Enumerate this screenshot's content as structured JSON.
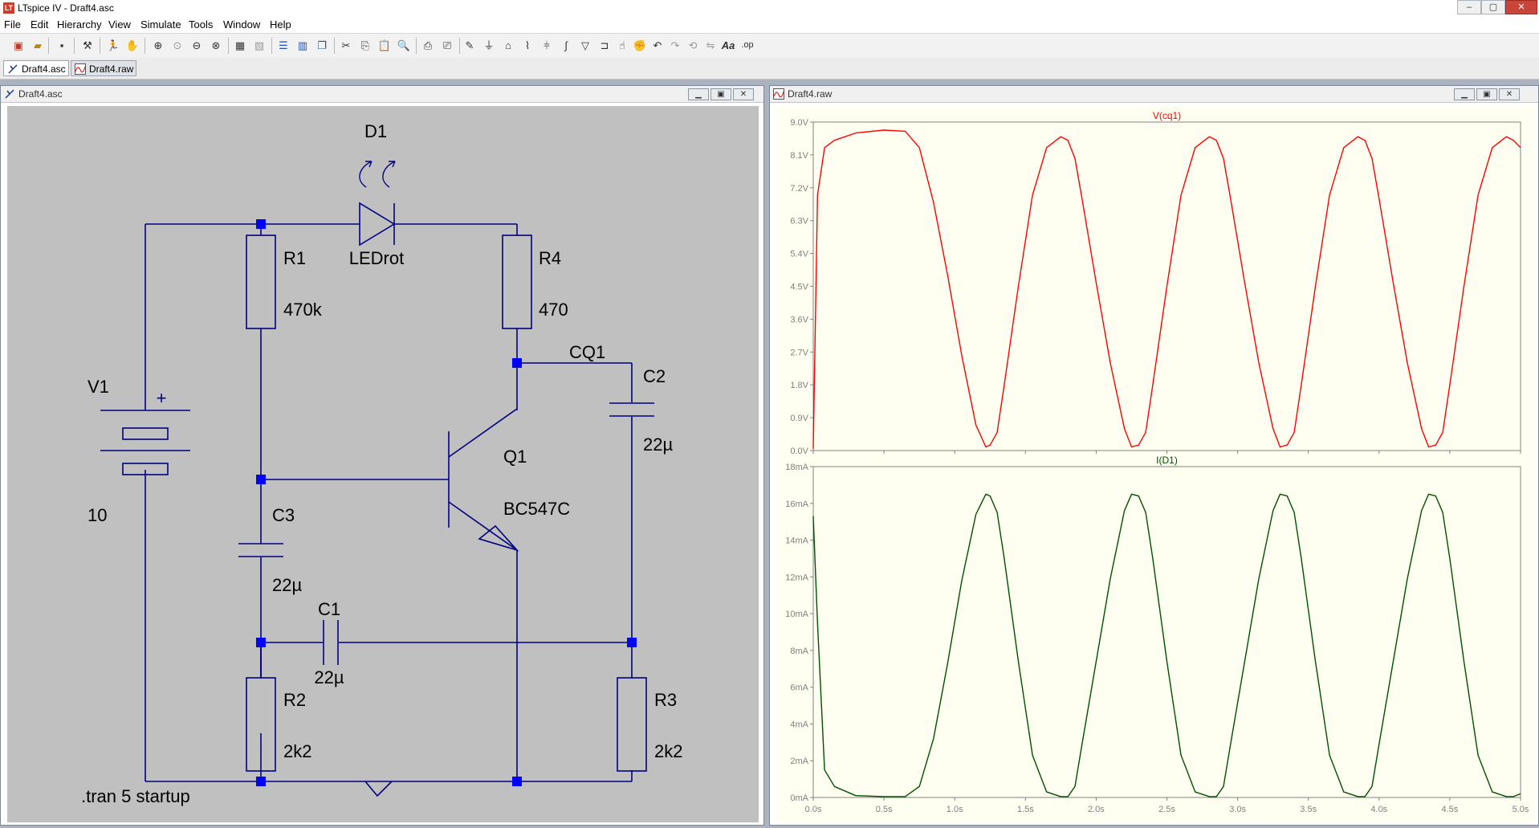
{
  "app": {
    "title": "LTspice IV - Draft4.asc",
    "icon_label": "LT",
    "caption_buttons": {
      "minimize": "–",
      "maximize": "▢",
      "close": "✕"
    }
  },
  "menu": [
    {
      "id": "file",
      "label": "File"
    },
    {
      "id": "edit",
      "label": "Edit"
    },
    {
      "id": "hierarchy",
      "label": "Hierarchy"
    },
    {
      "id": "view",
      "label": "View"
    },
    {
      "id": "simulate",
      "label": "Simulate"
    },
    {
      "id": "tools",
      "label": "Tools"
    },
    {
      "id": "window",
      "label": "Window"
    },
    {
      "id": "help",
      "label": "Help"
    }
  ],
  "toolbar": {
    "text_tool_label": "Aa",
    "op_tool_label": ".op"
  },
  "tabs": [
    {
      "label": "Draft4.asc",
      "active": true,
      "icon": "schematic-icon"
    },
    {
      "label": "Draft4.raw",
      "active": false,
      "icon": "waveform-icon"
    }
  ],
  "schematic_window": {
    "title": "Draft4.asc",
    "background": "#c0c0c0",
    "wire_color": "#000080",
    "junction_color": "#0000ff",
    "labels": {
      "d1_name": "D1",
      "d1_value": "LEDrot",
      "r1_name": "R1",
      "r1_value": "470k",
      "r4_name": "R4",
      "r4_value": "470",
      "net_label": "CQ1",
      "c2_name": "C2",
      "c2_value": "22µ",
      "v1_name": "V1",
      "v1_value": "10",
      "q1_name": "Q1",
      "q1_value": "BC547C",
      "c3_name": "C3",
      "c3_value": "22µ",
      "c1_name": "C1",
      "c1_value": "22µ",
      "r2_name": "R2",
      "r2_value": "2k2",
      "r3_name": "R3",
      "r3_value": "2k2",
      "directive": ".tran 5 startup",
      "plus_sign": "+"
    }
  },
  "plot_window": {
    "title": "Draft4.raw",
    "background": "#fefff0"
  },
  "chart_data": [
    {
      "type": "line",
      "title": "V(cq1)",
      "color": "#ff0000",
      "xlim": [
        0,
        5
      ],
      "ylim": [
        0,
        9
      ],
      "x_ticks": [
        "0.0s",
        "0.5s",
        "1.0s",
        "1.5s",
        "2.0s",
        "2.5s",
        "3.0s",
        "3.5s",
        "4.0s",
        "4.5s",
        "5.0s"
      ],
      "y_ticks": [
        "0.0V",
        "0.9V",
        "1.8V",
        "2.7V",
        "3.6V",
        "4.5V",
        "5.4V",
        "6.3V",
        "7.2V",
        "8.1V",
        "9.0V"
      ],
      "series": [
        {
          "name": "V(cq1)",
          "x": [
            0,
            0.03,
            0.08,
            0.15,
            0.3,
            0.5,
            0.65,
            0.75,
            0.85,
            0.95,
            1.05,
            1.15,
            1.22,
            1.25,
            1.3,
            1.35,
            1.45,
            1.55,
            1.65,
            1.75,
            1.8,
            1.85,
            1.9,
            2.0,
            2.1,
            2.2,
            2.25,
            2.3,
            2.35,
            2.4,
            2.5,
            2.6,
            2.7,
            2.8,
            2.85,
            2.9,
            2.95,
            3.05,
            3.15,
            3.25,
            3.3,
            3.35,
            3.4,
            3.45,
            3.55,
            3.65,
            3.75,
            3.85,
            3.9,
            3.95,
            4.0,
            4.1,
            4.2,
            4.3,
            4.35,
            4.4,
            4.45,
            4.5,
            4.6,
            4.7,
            4.8,
            4.9,
            4.95,
            5.0
          ],
          "y": [
            0.05,
            7.0,
            8.3,
            8.5,
            8.7,
            8.78,
            8.75,
            8.3,
            6.8,
            4.8,
            2.6,
            0.7,
            0.1,
            0.15,
            0.5,
            1.8,
            4.5,
            7.0,
            8.3,
            8.6,
            8.5,
            8.0,
            6.9,
            4.6,
            2.4,
            0.6,
            0.1,
            0.15,
            0.5,
            1.8,
            4.5,
            7.0,
            8.3,
            8.6,
            8.5,
            8.0,
            6.9,
            4.6,
            2.4,
            0.6,
            0.1,
            0.15,
            0.5,
            1.8,
            4.5,
            7.0,
            8.3,
            8.6,
            8.5,
            8.0,
            6.9,
            4.6,
            2.4,
            0.6,
            0.1,
            0.15,
            0.5,
            1.8,
            4.5,
            7.0,
            8.3,
            8.6,
            8.5,
            8.3
          ]
        }
      ]
    },
    {
      "type": "line",
      "title": "I(D1)",
      "color": "#005000",
      "xlim": [
        0,
        5
      ],
      "ylim": [
        0,
        18
      ],
      "x_ticks": [
        "0.0s",
        "0.5s",
        "1.0s",
        "1.5s",
        "2.0s",
        "2.5s",
        "3.0s",
        "3.5s",
        "4.0s",
        "4.5s",
        "5.0s"
      ],
      "y_ticks": [
        "0mA",
        "2mA",
        "4mA",
        "6mA",
        "8mA",
        "10mA",
        "12mA",
        "14mA",
        "16mA",
        "18mA"
      ],
      "series": [
        {
          "name": "I(D1)",
          "x": [
            0,
            0.03,
            0.08,
            0.15,
            0.3,
            0.5,
            0.65,
            0.75,
            0.85,
            0.95,
            1.05,
            1.15,
            1.22,
            1.25,
            1.3,
            1.35,
            1.45,
            1.55,
            1.65,
            1.75,
            1.8,
            1.85,
            1.9,
            2.0,
            2.1,
            2.2,
            2.25,
            2.3,
            2.35,
            2.4,
            2.5,
            2.6,
            2.7,
            2.8,
            2.85,
            2.9,
            2.95,
            3.05,
            3.15,
            3.25,
            3.3,
            3.35,
            3.4,
            3.45,
            3.55,
            3.65,
            3.75,
            3.85,
            3.9,
            3.95,
            4.0,
            4.1,
            4.2,
            4.3,
            4.35,
            4.4,
            4.45,
            4.5,
            4.6,
            4.7,
            4.8,
            4.9,
            4.95,
            5.0
          ],
          "y": [
            15.3,
            9.5,
            1.5,
            0.6,
            0.1,
            0.05,
            0.05,
            0.6,
            3.2,
            7.3,
            11.8,
            15.4,
            16.5,
            16.4,
            15.5,
            13.0,
            7.4,
            2.3,
            0.3,
            0.05,
            0.05,
            0.6,
            2.9,
            7.4,
            11.9,
            15.6,
            16.5,
            16.4,
            15.5,
            13.0,
            7.4,
            2.3,
            0.3,
            0.05,
            0.05,
            0.6,
            2.9,
            7.4,
            11.9,
            15.6,
            16.5,
            16.4,
            15.5,
            13.0,
            7.4,
            2.3,
            0.3,
            0.05,
            0.05,
            0.6,
            2.9,
            7.4,
            11.9,
            15.6,
            16.5,
            16.4,
            15.5,
            13.0,
            7.4,
            2.3,
            0.3,
            0.05,
            0.05,
            0.2
          ]
        }
      ]
    }
  ]
}
